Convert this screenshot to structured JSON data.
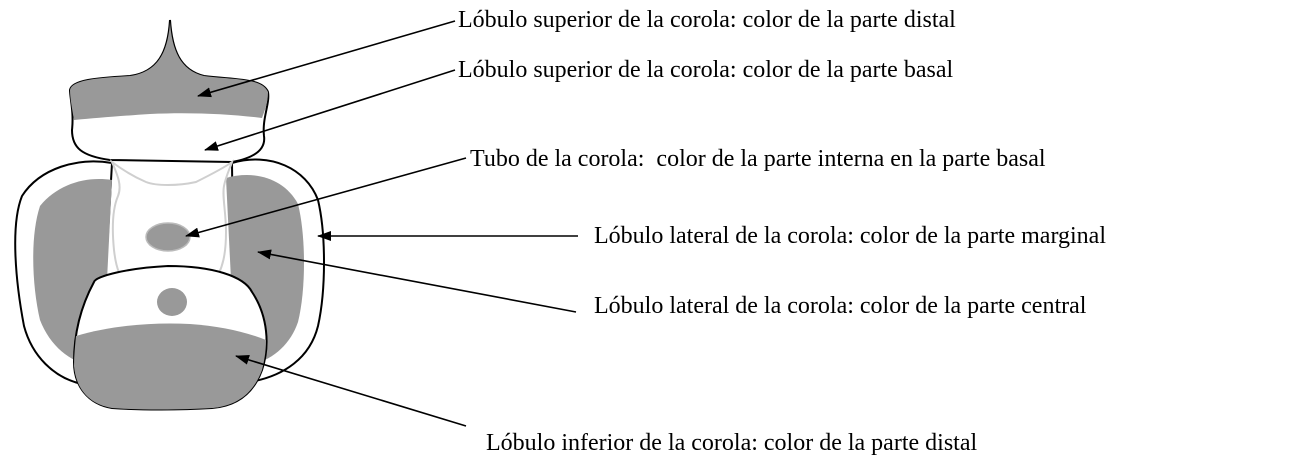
{
  "diagram": {
    "labels": [
      "Lóbulo superior de la corola: color de la parte distal",
      "Lóbulo superior de la corola: color de la parte basal",
      "Tubo de la corola:  color de la parte interna en la parte basal",
      "Lóbulo lateral de la corola: color de la parte marginal",
      "Lóbulo lateral de la corola: color de la parte central",
      "Lóbulo inferior de la corola: color de la parte distal"
    ]
  },
  "colors": {
    "petal_fill": "#999999",
    "outline": "#000000",
    "inner_outline": "#cfcfcf",
    "background": "#ffffff"
  }
}
